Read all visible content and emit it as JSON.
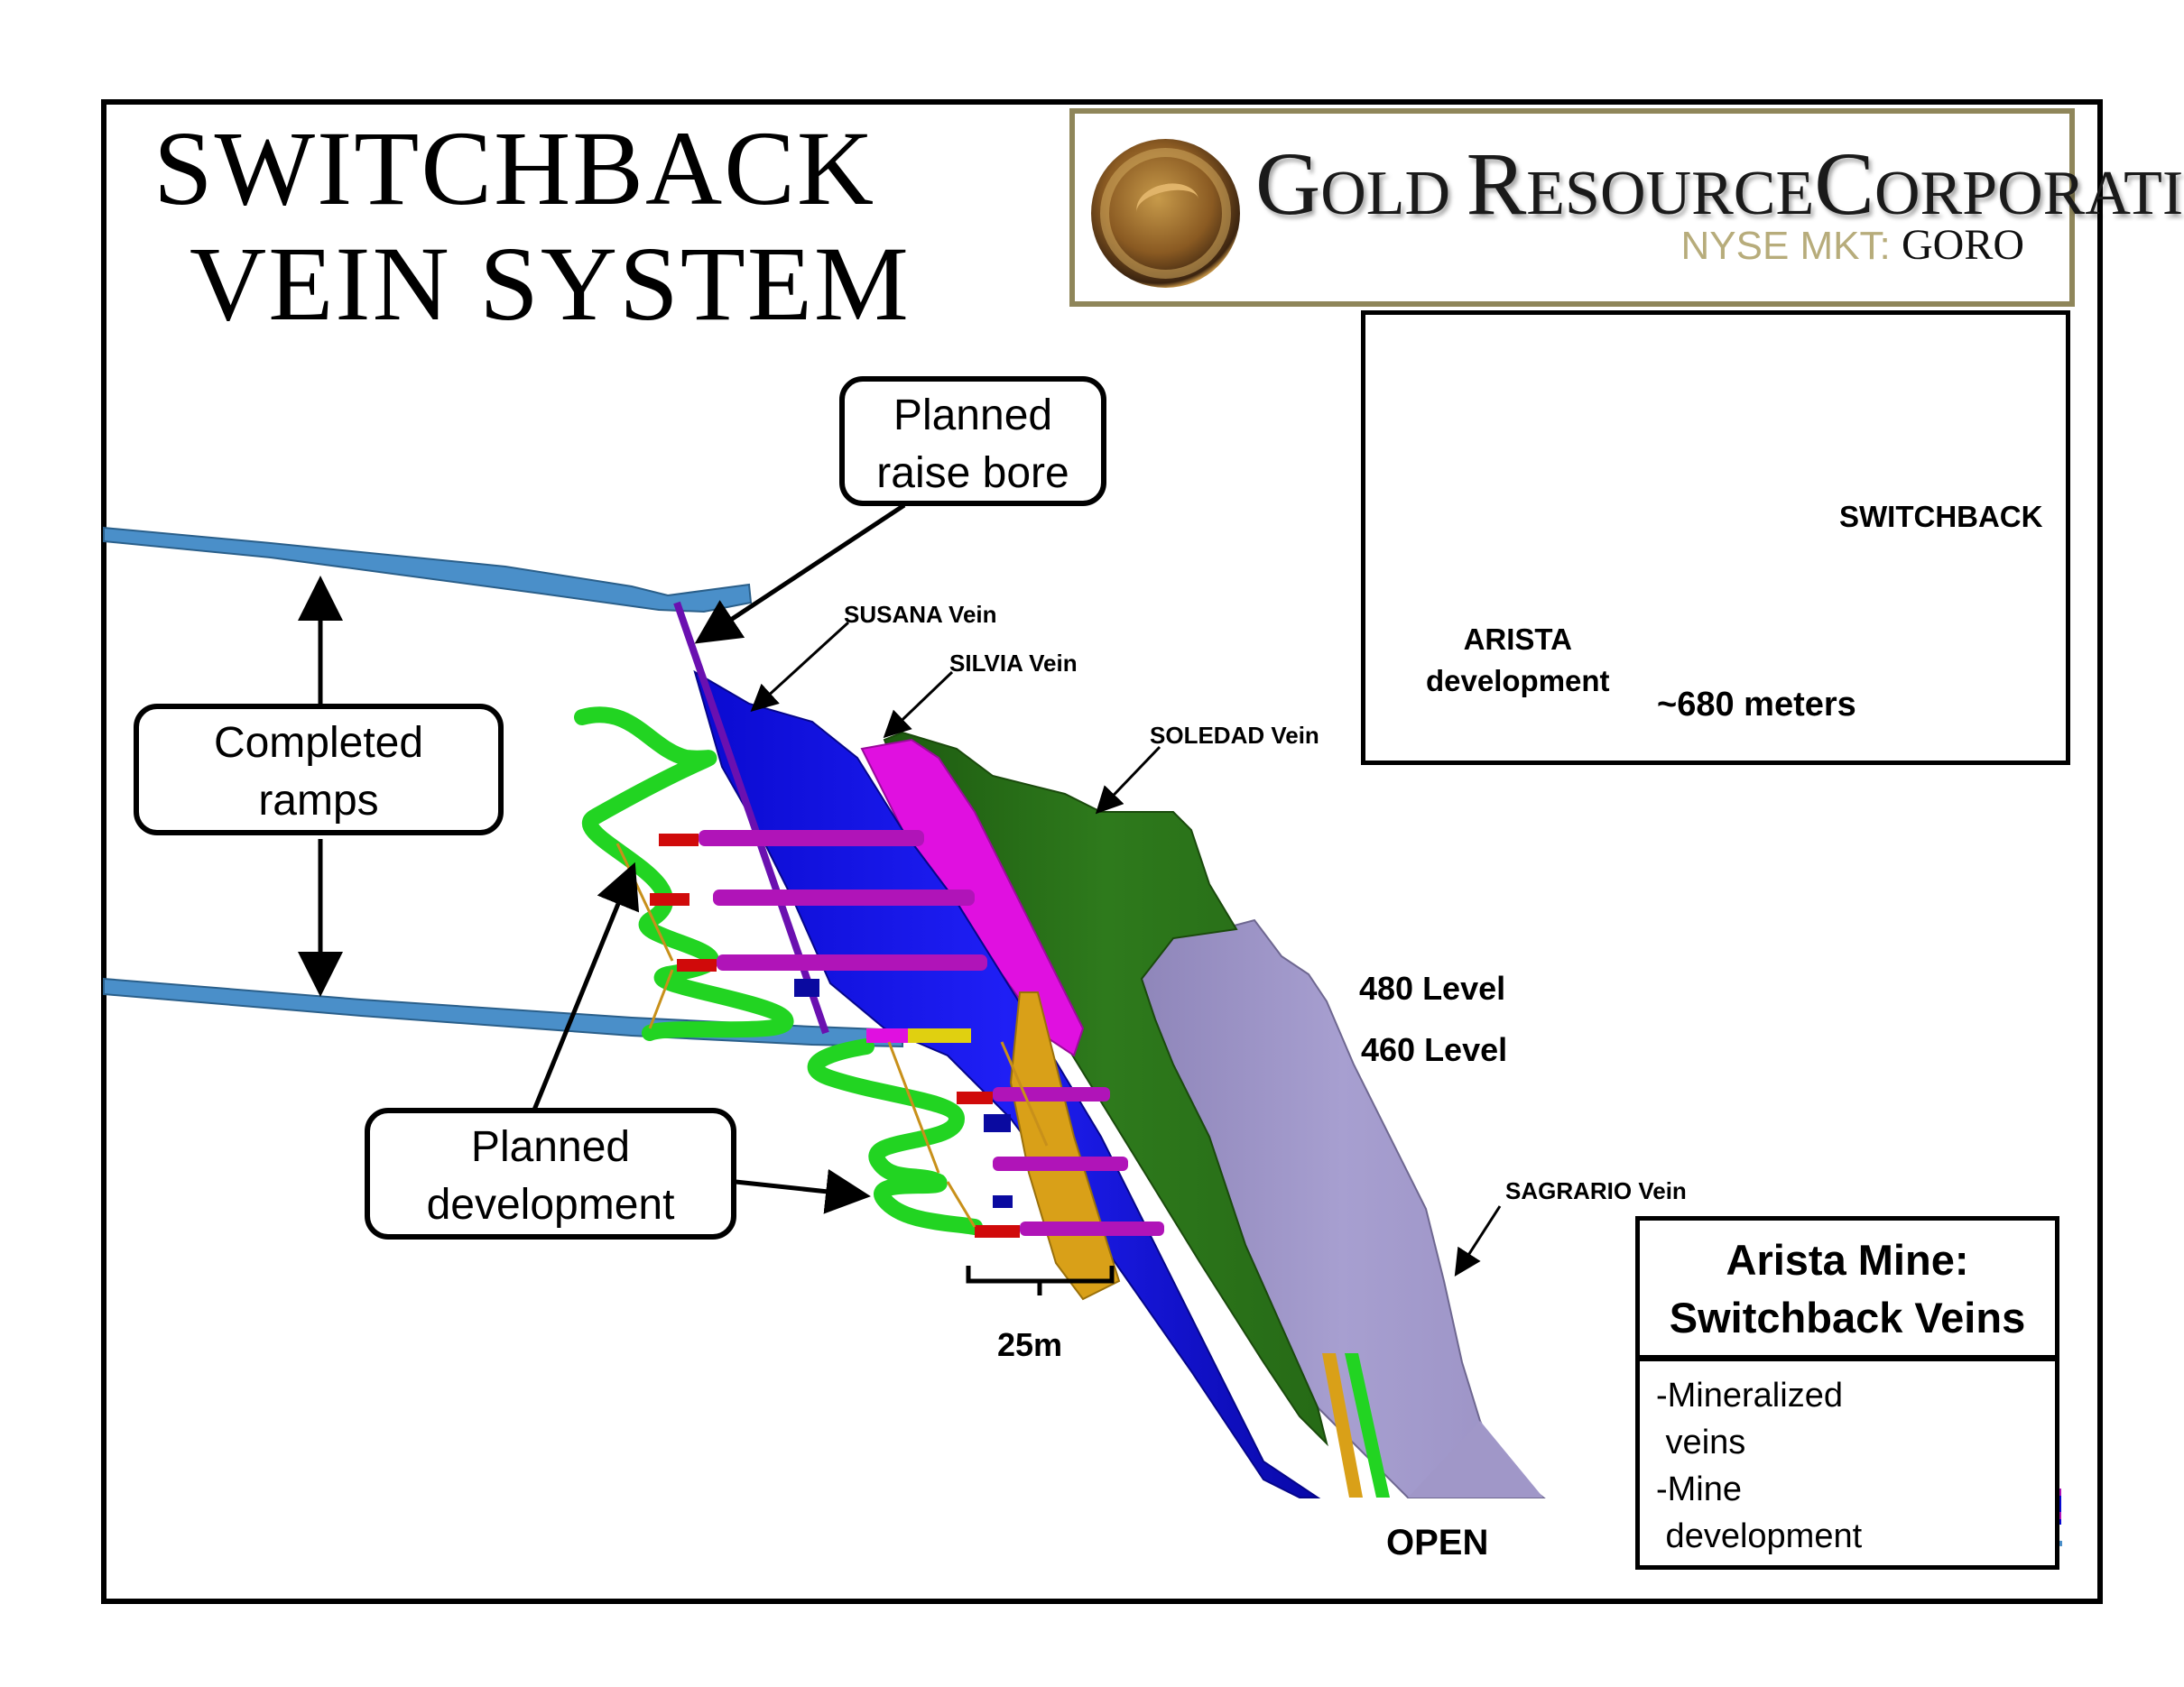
{
  "title": {
    "line1": "SWITCHBACK",
    "line2": "VEIN SYSTEM"
  },
  "logo": {
    "company": {
      "g": "G",
      "old": "OLD",
      "r": "R",
      "esource": "ESOURCE",
      "c": "C",
      "orporation": "ORPORATION"
    },
    "exchange": "NYSE MKT:",
    "ticker": "GORO",
    "coin_icon": "gold-coin-eagle-icon",
    "colors": {
      "border": "#8f865a",
      "exchange_text": "#b7ac7b"
    }
  },
  "callouts": {
    "raise_bore": [
      "Planned",
      "raise bore"
    ],
    "completed_ramps": [
      "Completed",
      "ramps"
    ],
    "planned_development": [
      "Planned",
      "development"
    ]
  },
  "vein_labels": {
    "susana": "SUSANA Vein",
    "silvia": "SILVIA Vein",
    "soledad": "SOLEDAD Vein",
    "sagrario": "SAGRARIO Vein"
  },
  "levels": {
    "level_480": "480 Level",
    "level_460": "460 Level"
  },
  "scale_bar": "25m",
  "open_label": "OPEN",
  "inset": {
    "arista_label": [
      "ARISTA",
      "development"
    ],
    "switchback_label": "SWITCHBACK",
    "distance": "~680 meters"
  },
  "legend": {
    "title": [
      "Arista Mine:",
      "Switchback Veins"
    ],
    "items": [
      {
        "label": [
          "-Mineralized",
          " veins"
        ],
        "swatch": "mineralized-veins-swatch"
      },
      {
        "label": [
          "-Mine",
          " development"
        ],
        "swatch": "mine-development-swatch"
      }
    ]
  },
  "colors": {
    "ramp_blue": "#4a8fc9",
    "susana_blue": "#1010e0",
    "silvia_magenta": "#e010e0",
    "soledad_green": "#2a7418",
    "sagrario_lavender": "#a097c8",
    "planned_green": "#22d422",
    "crosscut_purple": "#b014b8",
    "stub_red": "#d00a0a",
    "raise_purple": "#6a10b0",
    "orange": "#d9a018"
  }
}
